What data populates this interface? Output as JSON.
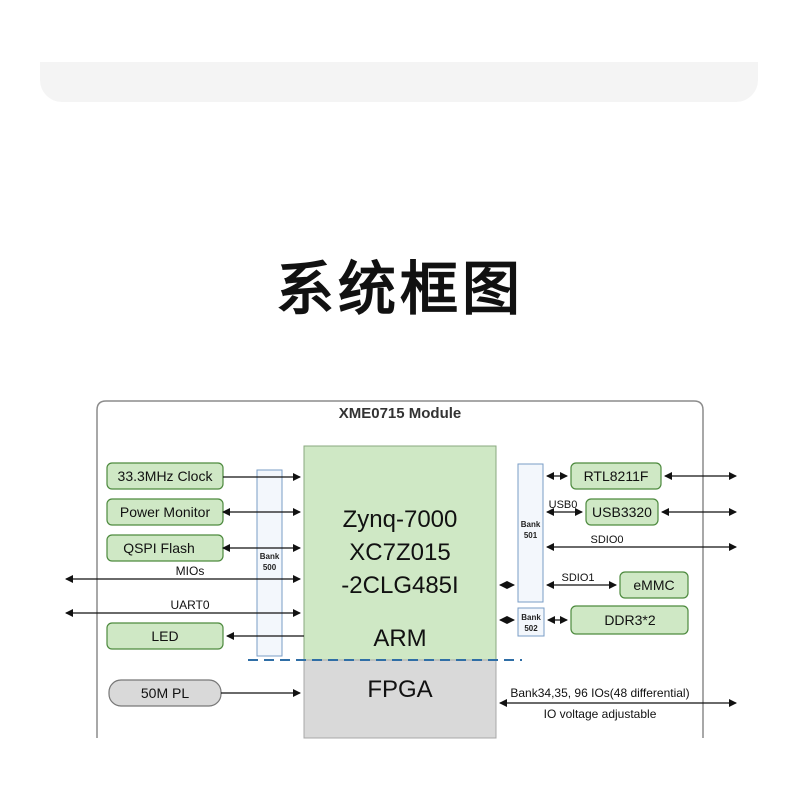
{
  "heading": "系统框图",
  "module_title": "XME0715 Module",
  "chip": {
    "line1": "Zynq-7000",
    "line2": "XC7Z015",
    "line3": "-2CLG485I",
    "arm": "ARM",
    "fpga": "FPGA"
  },
  "left_blocks": {
    "clock": "33.3MHz Clock",
    "power_monitor": "Power Monitor",
    "qspi_flash": "QSPI Flash",
    "led": "LED",
    "pl_clock": "50M PL"
  },
  "left_signals": {
    "mios": "MIOs",
    "uart0": "UART0"
  },
  "banks": {
    "bank500_line1": "Bank",
    "bank500_line2": "500",
    "bank501_line1": "Bank",
    "bank501_line2": "501",
    "bank502_line1": "Bank",
    "bank502_line2": "502"
  },
  "right_blocks": {
    "rtl8211f": "RTL8211F",
    "usb3320": "USB3320",
    "emmc": "eMMC",
    "ddr3": "DDR3*2"
  },
  "right_signals": {
    "usb0": "USB0",
    "sdio0": "SDIO0",
    "sdio1": "SDIO1",
    "bank_io": "Bank34,35, 96 IOs(48 differential)",
    "io_voltage": "IO voltage adjustable"
  },
  "colors": {
    "green_fill": "#cfe8c5",
    "green_stroke": "#4d8a3e",
    "gray_fill": "#d9d9d9",
    "bank_fill": "#f3f7fc",
    "bank_stroke": "#7a9cc6",
    "divider": "#2f6ea6"
  }
}
